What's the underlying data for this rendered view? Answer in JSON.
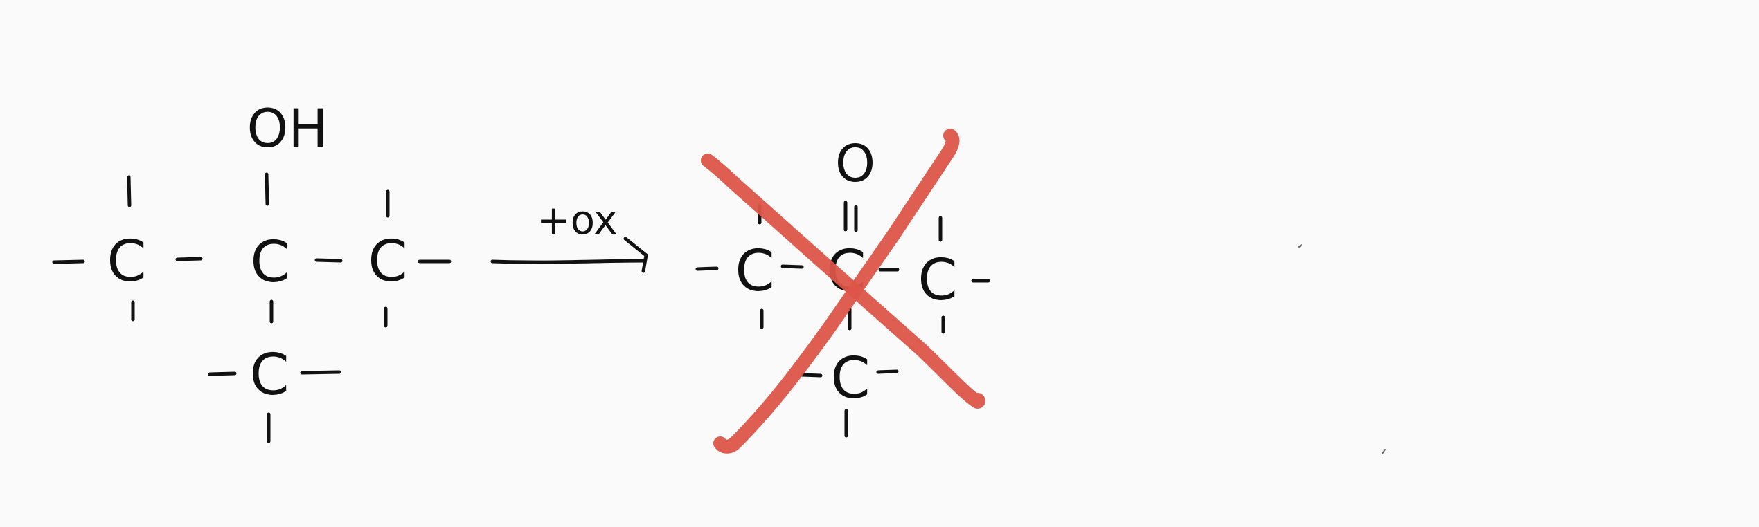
{
  "colors": {
    "background": "#fafafa",
    "ink": "#111111",
    "crossout": "#dc5549"
  },
  "reactant": {
    "carbons": [
      "C",
      "C",
      "C",
      "C"
    ],
    "hydroxyl": "OH"
  },
  "arrow": {
    "label": "+ox"
  },
  "product": {
    "carbons": [
      "C",
      "C",
      "C",
      "C"
    ],
    "carbonyl_oxygen": "O",
    "crossed_out": true
  }
}
